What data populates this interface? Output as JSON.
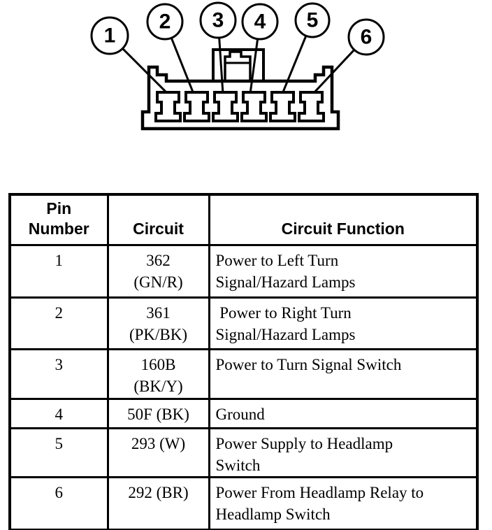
{
  "page": {
    "background_color": "#ffffff",
    "ink_color": "#000000"
  },
  "connector": {
    "description": "6-pin connector face view with numbered callouts",
    "pin_count": 6,
    "callouts": [
      {
        "label": "1"
      },
      {
        "label": "2"
      },
      {
        "label": "3"
      },
      {
        "label": "4"
      },
      {
        "label": "5"
      },
      {
        "label": "6"
      }
    ]
  },
  "table": {
    "headers": {
      "pin_number": "Pin\nNumber",
      "circuit": "Circuit",
      "circuit_function": "Circuit Function"
    },
    "rows": [
      {
        "pin": "1",
        "circuit": "362\n(GN/R)",
        "function": "Power to Left Turn\nSignal/Hazard Lamps"
      },
      {
        "pin": "2",
        "circuit": "361\n(PK/BK)",
        "function": " Power to Right Turn\nSignal/Hazard Lamps"
      },
      {
        "pin": "3",
        "circuit": "160B\n(BK/Y)",
        "function": "Power to Turn Signal Switch"
      },
      {
        "pin": "4",
        "circuit": "50F (BK)",
        "function": "Ground"
      },
      {
        "pin": "5",
        "circuit": "293 (W)",
        "function": "Power Supply to Headlamp\nSwitch"
      },
      {
        "pin": "6",
        "circuit": "292 (BR)",
        "function": "Power From Headlamp Relay to\nHeadlamp Switch"
      }
    ]
  }
}
